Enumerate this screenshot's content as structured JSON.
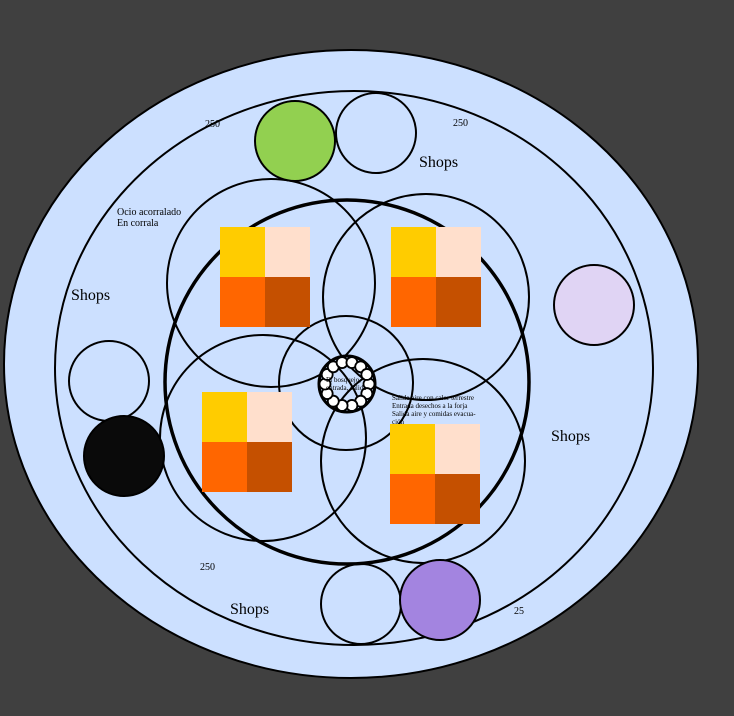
{
  "labels": {
    "shops": "Shops",
    "num_250": "250",
    "num_25": "25",
    "ocio_line1": "Ocio acorralado",
    "ocio_line2": "En corrala",
    "center_line1": "El bosquejo,",
    "center_line2": "entrada, salida",
    "salida_line1": "Salida aire con calor terrestre",
    "salida_line2": "Entrada desechos a la forja",
    "salida_line3": "Salida aire y comidas evacua-",
    "salida_line4": "ción"
  },
  "colors": {
    "background": "#404040",
    "plate": "#cce0ff",
    "green": "#92d050",
    "lavender": "#e0d4f4",
    "black": "#0a0a0a",
    "purple": "#a384e0",
    "yellow": "#ffcc00",
    "peach": "#ffdfcc",
    "orange": "#ff6600",
    "rust": "#c55000"
  }
}
